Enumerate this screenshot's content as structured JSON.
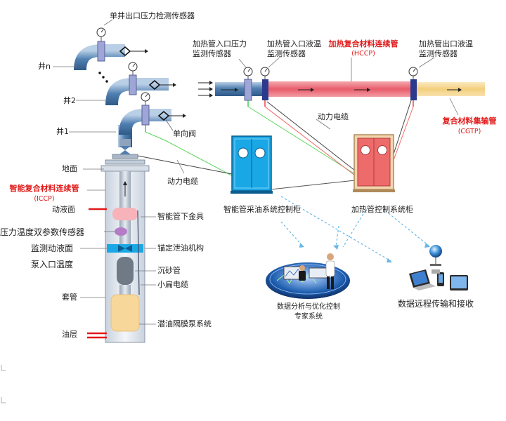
{
  "wellhead_sensor": "单井出口压力检测传感器",
  "wells": {
    "n": "井n",
    "two": "井2",
    "one": "井1"
  },
  "check_valve": "单向阀",
  "heater_inlet_pressure": "加热管入口压力监测传感器",
  "heater_inlet_temp": "加热管入口液温监测传感器",
  "hccp": {
    "name": "加热复合材料连续管",
    "abbr": "(HCCP)"
  },
  "heater_outlet_temp": "加热管出口液温监测传感器",
  "cgtp": {
    "name": "复合材料集输管",
    "abbr": "(CGTP)"
  },
  "power_cable": "动力电缆",
  "ground": "地面",
  "iccp": {
    "name": "智能复合材料连续管",
    "abbr": "(ICCP)"
  },
  "downhole": {
    "dynamic_level": "动液面",
    "dual_sensor": "压力温度双参数传感器",
    "monitor_level": "监测动液面",
    "pump_inlet_temp": "泵入口温度",
    "casing": "套管",
    "oil_layer": "油层"
  },
  "well_parts": {
    "lower_tool": "智能管下金具",
    "anchor": "锚定泄油机构",
    "sand_pipe": "沉砂管",
    "flat_cable": "小扁电缆",
    "pump": "潜油隔膜泵系统"
  },
  "cabinets": {
    "production": "智能管采油系统控制柜",
    "heating": "加热管控制系统柜"
  },
  "expert": {
    "line1": "数据分析与优化控制",
    "line2": "专家系统"
  },
  "remote": "数据远程传输和接收",
  "colors": {
    "pipe_blue": "#4f7fb0",
    "pipe_red": "#e95c6a",
    "pipe_yellow": "#f7d98c",
    "cabinet_blue": "#1aa7e6",
    "cabinet_red": "#ee6b6b",
    "label_red": "#e11919"
  }
}
